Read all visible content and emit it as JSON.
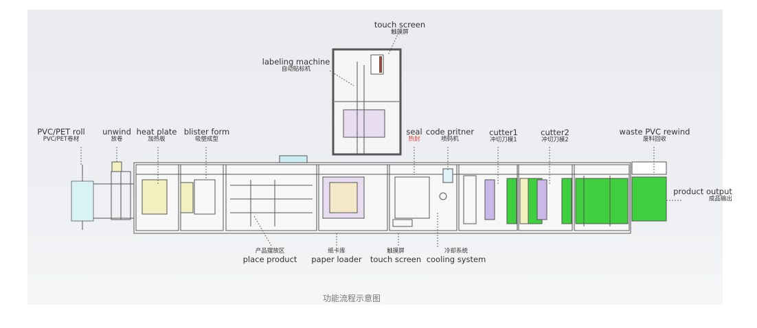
{
  "labels_top": [
    {
      "en": "PVC/PET roll",
      "zh": "PVC/PET卷材"
    },
    {
      "en": "unwind",
      "zh": "放卷"
    },
    {
      "en": "heat plate",
      "zh": "加热板"
    },
    {
      "en": "blister form",
      "zh": "吸塑成型"
    },
    {
      "en": "labeling machine",
      "zh": "自动贴标机"
    },
    {
      "en": "touch screen",
      "zh": "触摸屏"
    },
    {
      "en": "seal",
      "zh": "热封"
    },
    {
      "en": "code pritner",
      "zh": "喷码机"
    },
    {
      "en": "cutter1",
      "zh": "冲切刀模1"
    },
    {
      "en": "cutter2",
      "zh": "冲切刀模2"
    },
    {
      "en": "waste PVC rewind",
      "zh": "废料回收"
    },
    {
      "en": "product output",
      "zh": "成品输出"
    }
  ],
  "labels_bottom": [
    {
      "zh": "产品摆放区",
      "en": "place product"
    },
    {
      "zh": "纸卡库",
      "en": "paper loader"
    },
    {
      "zh": "触摸屏",
      "en": "touch screen"
    },
    {
      "zh": "冷却系统",
      "en": "cooling system"
    }
  ],
  "caption": "功能流程示意图",
  "colors": {
    "green": "#3fcf3f",
    "yellow": "#f3f0c0",
    "purple": "#c9b8e8",
    "frame": "#555555",
    "seal_zh": "#e0402f"
  }
}
